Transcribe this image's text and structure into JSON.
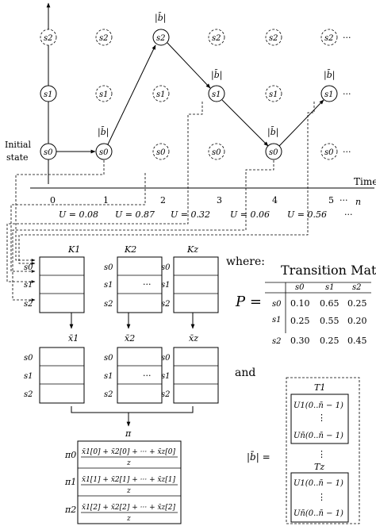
{
  "timeline": {
    "time_label": "Time",
    "n_label": "n",
    "ticks": [
      "0",
      "1",
      "2",
      "3",
      "4",
      "5"
    ],
    "dots": "···",
    "u_values": [
      "U = 0.08",
      "U = 0.87",
      "U = 0.32",
      "U = 0.06",
      "U = 0.56"
    ]
  },
  "states": {
    "s0": "s0",
    "s1": "s1",
    "s2": "s2"
  },
  "initial_state_label": [
    "Initial",
    "state"
  ],
  "b_label": "|b̄|",
  "kernels": {
    "labels": [
      "K1",
      "K2",
      "Kz"
    ],
    "rows": [
      "s0",
      "s1",
      "s2"
    ]
  },
  "x_vectors": {
    "labels": [
      "x̄1",
      "x̄2",
      "x̄z"
    ]
  },
  "pi": {
    "symbol": "π",
    "rows": [
      {
        "label": "π0",
        "numerator": "x̄1[0] + x̄2[0] + ··· + x̄z[0]",
        "denominator": "z"
      },
      {
        "label": "π1",
        "numerator": "x̄1[1] + x̄2[1] + ··· + x̄z[1]",
        "denominator": "z"
      },
      {
        "label": "π2",
        "numerator": "x̄1[2] + x̄2[2] + ··· + x̄z[2]",
        "denominator": "z"
      }
    ]
  },
  "transition_matrix": {
    "where": "where:",
    "title": "Transition Matrix",
    "p_label": "P =",
    "col_headers": [
      "s0",
      "s1",
      "s2"
    ],
    "row_headers": [
      "s0",
      "s1",
      "s2"
    ],
    "cells": [
      [
        "0.10",
        "0.65",
        "0.25"
      ],
      [
        "0.25",
        "0.55",
        "0.20"
      ],
      [
        "0.30",
        "0.25",
        "0.45"
      ]
    ]
  },
  "and_label": "and",
  "b_def": {
    "label": "|b̄| =",
    "t_labels": [
      "T1",
      "Tz"
    ],
    "u1": "U1(0..n̄ − 1)",
    "un": "Un̄(0..n̄ − 1)",
    "vdots": "⋮"
  }
}
